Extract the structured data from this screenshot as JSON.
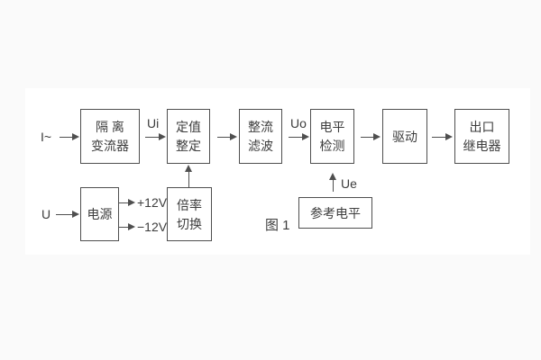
{
  "figure": {
    "caption": "图 1",
    "inputs": {
      "current": "I~",
      "voltage": "U"
    },
    "signal_labels": {
      "ui": "Ui",
      "uo": "Uo",
      "ue": "Ue"
    },
    "power_rails": {
      "positive": "+12V",
      "negative": "−12V"
    },
    "blocks": {
      "isolation_transformer": {
        "line1": "隔 离",
        "line2": "变流器"
      },
      "setpoint_adjust": {
        "line1": "定值",
        "line2": "整定"
      },
      "rectify_filter": {
        "line1": "整流",
        "line2": "滤波"
      },
      "level_detect": {
        "line1": "电平",
        "line2": "检测"
      },
      "drive": {
        "line1": "驱动"
      },
      "output_relay": {
        "line1": "出口",
        "line2": "继电器"
      },
      "power_supply": {
        "line1": "电源"
      },
      "ratio_switch": {
        "line1": "倍率",
        "line2": "切换"
      },
      "reference_level": {
        "line1": "参考电平"
      }
    },
    "colors": {
      "line": "#4f4f4f",
      "text": "#3d3d3d",
      "background": "#ffffff"
    }
  }
}
